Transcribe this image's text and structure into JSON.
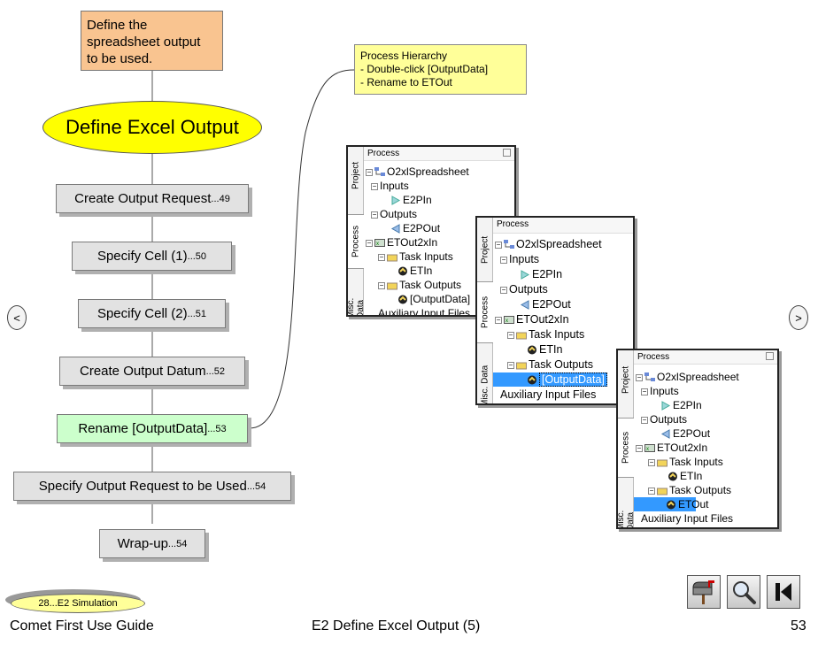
{
  "note": {
    "lines": [
      "Define the",
      "spreadsheet output",
      "to be used."
    ]
  },
  "callout": {
    "lines": [
      "Process Hierarchy",
      "- Double-click [OutputData]",
      "- Rename to ETOut"
    ]
  },
  "title": "Define Excel Output",
  "steps": [
    {
      "label": "Create Output Request",
      "page": "...49"
    },
    {
      "label": "Specify Cell (1)",
      "page": "...50"
    },
    {
      "label": "Specify Cell (2)",
      "page": "...51"
    },
    {
      "label": "Create Output Datum",
      "page": "...52"
    },
    {
      "label": "Rename [OutputData]",
      "page": "...53"
    },
    {
      "label": "Specify Output Request to be Used",
      "page": "...54"
    },
    {
      "label": "Wrap-up",
      "page": "...54"
    }
  ],
  "nav": {
    "prev": "<",
    "next": ">"
  },
  "panels": [
    {
      "header": "Process",
      "tabs": [
        "Project",
        "Process",
        "Misc. Data"
      ],
      "nodes": [
        "O2xlSpreadsheet",
        "Inputs",
        "E2PIn",
        "Outputs",
        "E2POut",
        "ETOut2xIn",
        "Task Inputs",
        "ETIn",
        "Task Outputs",
        "[OutputData]",
        "Auxiliary Input Files"
      ]
    },
    {
      "header": "Process",
      "tabs": [
        "Project",
        "Process",
        "Misc. Data"
      ],
      "nodes": [
        "O2xlSpreadsheet",
        "Inputs",
        "E2PIn",
        "Outputs",
        "E2POut",
        "ETOut2xIn",
        "Task Inputs",
        "ETIn",
        "Task Outputs",
        "[OutputData]",
        "Auxiliary Input Files"
      ]
    },
    {
      "header": "Process",
      "tabs": [
        "Project",
        "Process",
        "Misc. Data"
      ],
      "nodes": [
        "O2xlSpreadsheet",
        "Inputs",
        "E2PIn",
        "Outputs",
        "E2POut",
        "ETOut2xIn",
        "Task Inputs",
        "ETIn",
        "Task Outputs",
        "ETOut",
        "Auxiliary Input Files"
      ]
    }
  ],
  "badge": "28...E2 Simulation",
  "footer": {
    "left": "Comet First Use Guide",
    "center": "E2 Define Excel Output (5)",
    "page": "53"
  },
  "toolbar_icons": [
    "mailbox-icon",
    "magnifier-icon",
    "first-page-icon"
  ],
  "colors": {
    "note": "#f9c490",
    "callout": "#ffff99",
    "ellipse": "#ffff00",
    "step": "#e2e2e2",
    "step_current": "#ccffcc",
    "selection": "#3399ff"
  }
}
